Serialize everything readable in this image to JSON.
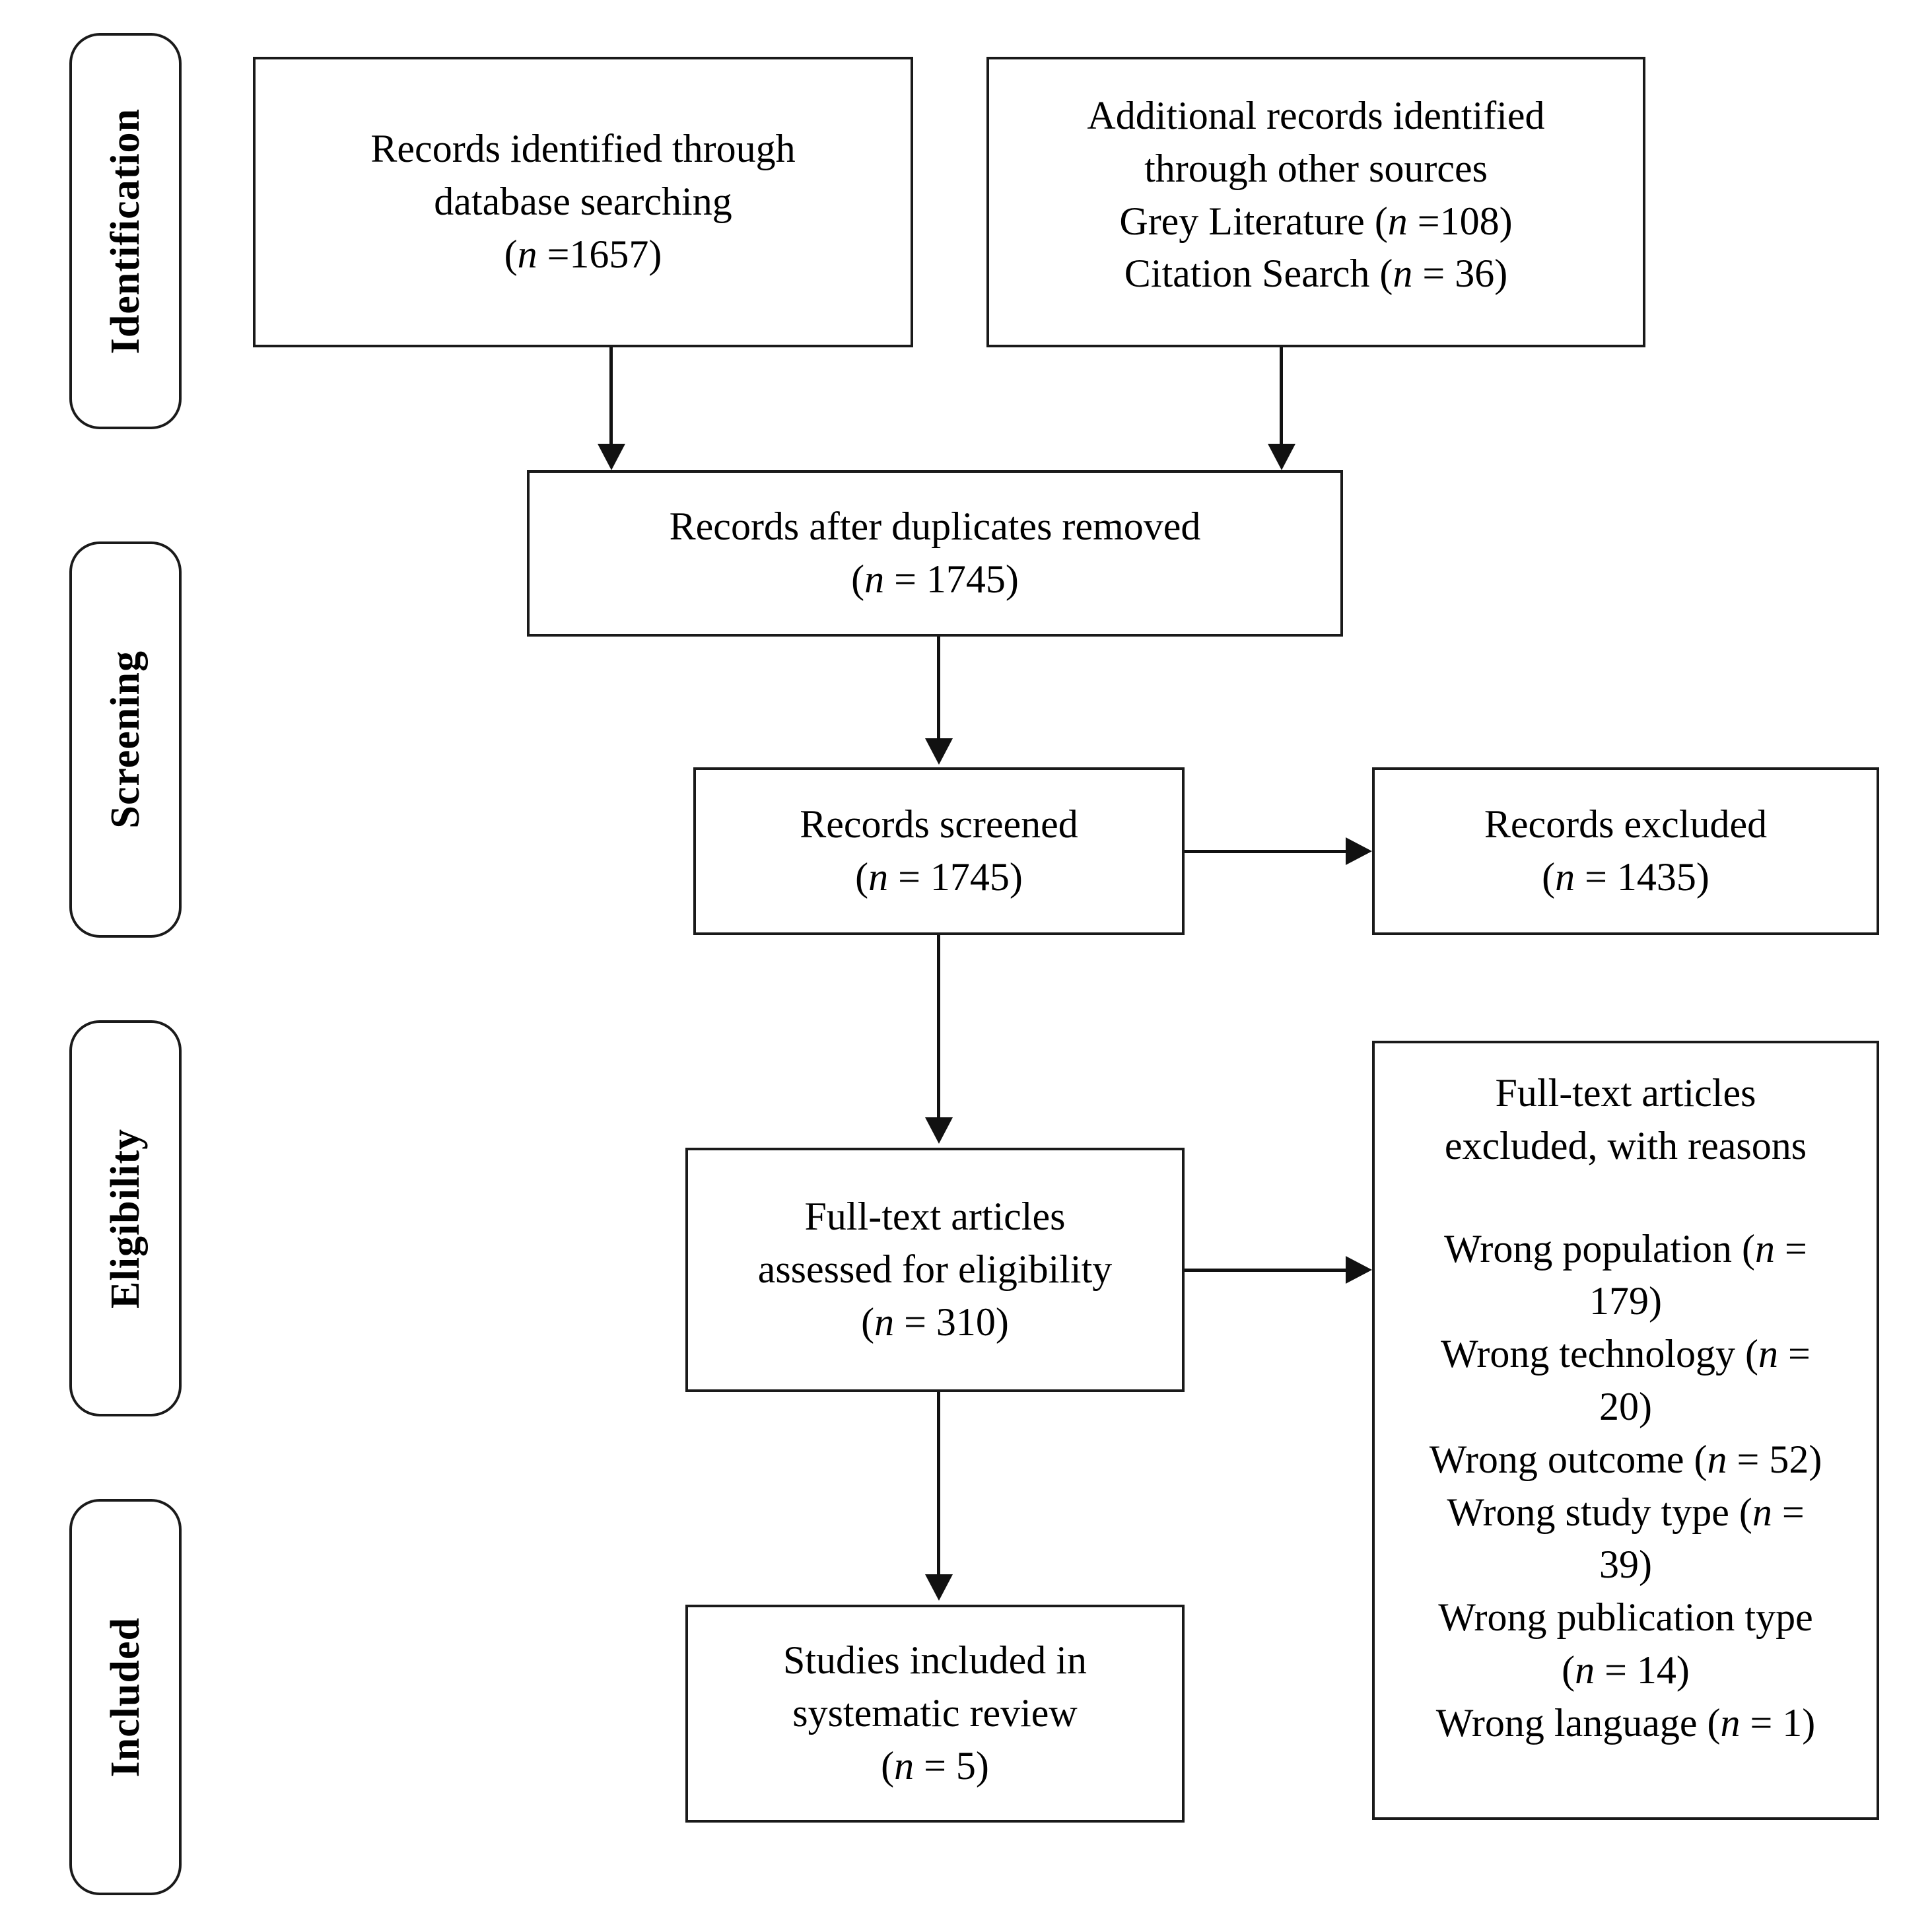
{
  "diagram": {
    "type": "prisma-flow-diagram",
    "stages": [
      {
        "id": "identification",
        "label": "Identification"
      },
      {
        "id": "screening",
        "label": "Screening"
      },
      {
        "id": "eligibility",
        "label": "Eligibility"
      },
      {
        "id": "included",
        "label": "Included"
      }
    ],
    "boxes": {
      "records_identified": {
        "lines": [
          "Records identified through",
          "database searching",
          "(n =1657)"
        ],
        "n": 1657
      },
      "additional_records": {
        "lines": [
          "Additional records identified",
          "through other sources",
          "Grey Literature (n =108)",
          "Citation Search (n = 36)"
        ],
        "grey_literature_n": 108,
        "citation_search_n": 36
      },
      "after_duplicates": {
        "lines": [
          "Records after duplicates removed",
          "(n = 1745)"
        ],
        "n": 1745
      },
      "records_screened": {
        "lines": [
          "Records screened",
          "(n = 1745)"
        ],
        "n": 1745
      },
      "records_excluded": {
        "lines": [
          "Records excluded",
          "(n = 1435)"
        ],
        "n": 1435
      },
      "fulltext_assessed": {
        "lines": [
          "Full-text articles",
          "assessed for eligibility",
          "(n = 310)"
        ],
        "n": 310
      },
      "fulltext_excluded": {
        "heading": [
          "Full-text articles",
          "excluded, with reasons"
        ],
        "reasons": [
          {
            "label": "Wrong population (n =",
            "cont": "179)",
            "n": 179
          },
          {
            "label": "Wrong technology (n =",
            "cont": "20)",
            "n": 20
          },
          {
            "label": "Wrong outcome (n = 52)",
            "cont": "",
            "n": 52
          },
          {
            "label": "Wrong study type (n =",
            "cont": "39)",
            "n": 39
          },
          {
            "label": "Wrong publication type",
            "cont": "(n = 14)",
            "n": 14
          },
          {
            "label": "Wrong language (n = 1)",
            "cont": "",
            "n": 1
          }
        ]
      },
      "studies_included": {
        "lines": [
          "Studies included in",
          "systematic review",
          "(n = 5)"
        ],
        "n": 5
      }
    },
    "colors": {
      "stroke": "#1a1a1a",
      "background": "#ffffff",
      "text": "#000000"
    }
  }
}
